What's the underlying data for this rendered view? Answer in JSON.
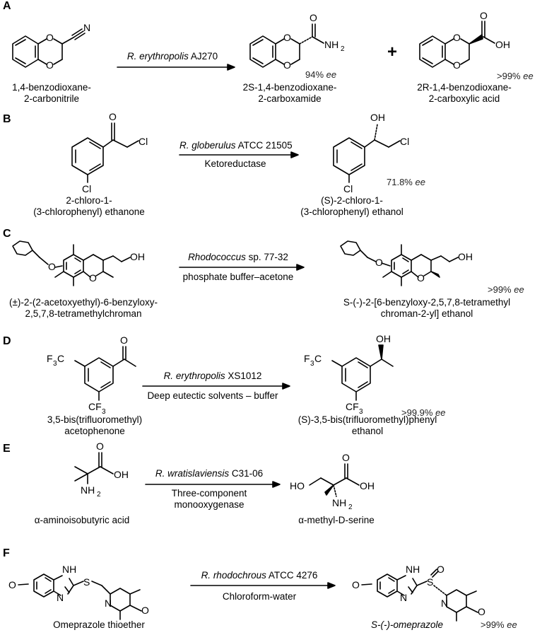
{
  "panels": [
    {
      "label": "A",
      "substrate": [
        "1,4-benzodioxane-",
        "2-carbonitrile"
      ],
      "organism": "R. erythropolis",
      "strain": "AJ270",
      "condition": "",
      "products": [
        {
          "name": [
            "2S-1,4-benzodioxane-",
            "2-carboxamide"
          ],
          "ee": "94%"
        },
        {
          "name": [
            "2R-1,4-benzodioxane-",
            "2-carboxylic acid"
          ],
          "ee": ">99%"
        }
      ]
    },
    {
      "label": "B",
      "substrate": [
        "2-chloro-1-",
        "(3-chlorophenyl) ethanone"
      ],
      "organism": "R. globerulus",
      "strain": "ATCC 21505",
      "condition": "Ketoreductase",
      "products": [
        {
          "name": [
            "(S)-2-chloro-1-",
            "(3-chlorophenyl) ethanol"
          ],
          "ee": "71.8%"
        }
      ]
    },
    {
      "label": "C",
      "substrate": [
        "(±)-2-(2-acetoxyethyl)-6-benzyloxy-",
        "2,5,7,8-tetramethylchroman"
      ],
      "organism": "Rhodococcus",
      "strain": "sp. 77-32",
      "condition": "phosphate buffer–acetone",
      "products": [
        {
          "name": [
            "S-(-)-2-[6-benzyloxy-2,5,7,8-tetramethyl",
            "chroman-2-yl] ethanol"
          ],
          "ee": ">99%"
        }
      ]
    },
    {
      "label": "D",
      "substrate": [
        "3,5-bis(trifluoromethyl)",
        "acetophenone"
      ],
      "organism": "R. erythropolis",
      "strain": "XS1012",
      "condition": "Deep eutectic solvents – buffer",
      "products": [
        {
          "name": [
            "(S)-3,5-bis(trifluoromethyl)phenyl",
            "ethanol"
          ],
          "ee": ">99.9%"
        }
      ]
    },
    {
      "label": "E",
      "substrate": [
        "α-aminoisobutyric acid"
      ],
      "organism": "R. wratislaviensis",
      "strain": "C31-06",
      "condition": "Three-component monooxygenase",
      "condition_lines": [
        "Three-component",
        "monooxygenase"
      ],
      "products": [
        {
          "name": [
            "α-methyl-D-serine"
          ],
          "ee": ""
        }
      ]
    },
    {
      "label": "F",
      "substrate": [
        "Omeprazole thioether"
      ],
      "organism": "R. rhodochrous",
      "strain": "ATCC 4276",
      "condition": "Chloroform-water",
      "products": [
        {
          "name": [
            "S-(-)-omeprazole"
          ],
          "ee": ">99%"
        }
      ]
    }
  ],
  "ee_suffix": "ee",
  "plus": "+",
  "atoms": {
    "O": "O",
    "N": "N",
    "NH": "NH",
    "NH2": "NH",
    "sub2": "2",
    "OH": "OH",
    "HO": "HO",
    "Cl": "Cl",
    "F3C": "F",
    "CF3": "CF",
    "sub3": "3",
    "S": "S",
    "SO": "O",
    "C": "C"
  }
}
